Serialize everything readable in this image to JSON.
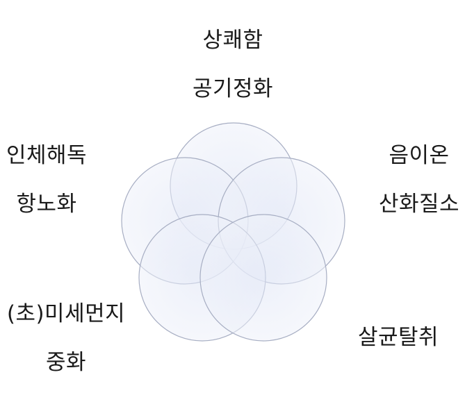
{
  "labels": {
    "top": [
      "상쾌함",
      "공기정화"
    ],
    "upper_left": [
      "인체해독",
      "항노화"
    ],
    "upper_right": [
      "음이온",
      "산화질소"
    ],
    "lower_left": [
      "(초)미세먼지",
      "중화"
    ],
    "lower_right": [
      "살균탈취"
    ]
  },
  "colors": {
    "circle_fill_light": "#f3f5fb",
    "circle_fill_dark": "#c9d2ec",
    "circle_stroke": "#a9b0c4",
    "text": "#1a1a1a"
  }
}
